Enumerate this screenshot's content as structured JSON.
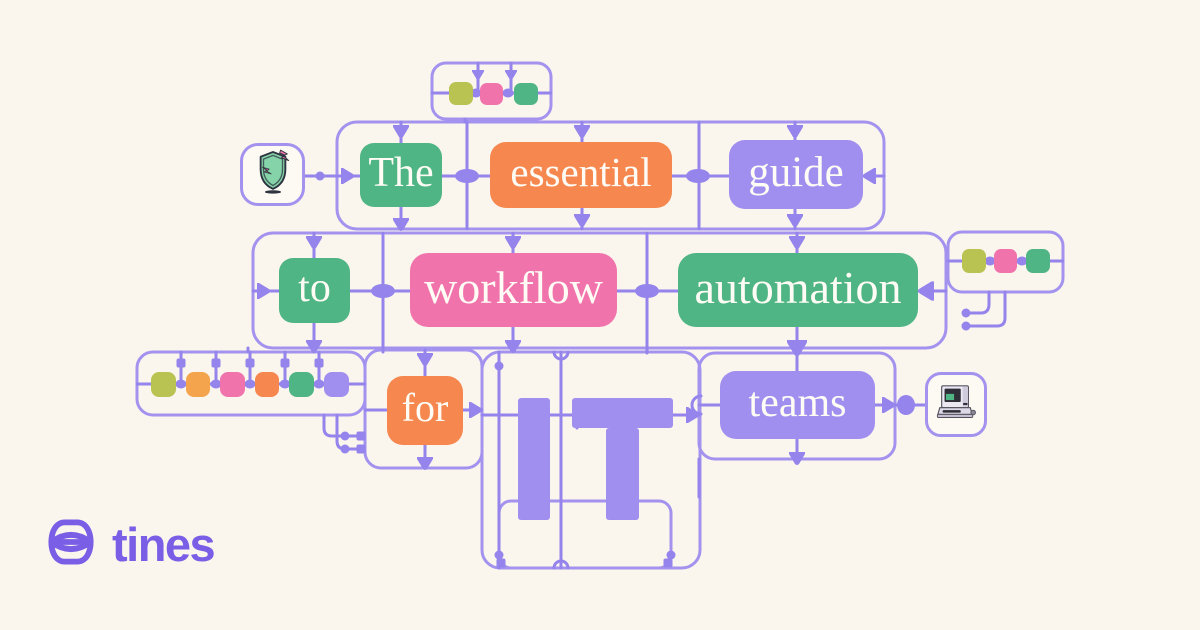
{
  "page": {
    "title": "The essential guide to workflow automation for IT teams"
  },
  "headline": {
    "the": "The",
    "essential": "essential",
    "guide": "guide",
    "to": "to",
    "workflow": "workflow",
    "automation": "automation",
    "for": "for",
    "it": "IT",
    "teams": "teams"
  },
  "brand": {
    "wordmark": "tines"
  },
  "icons": {
    "shield": "cracked-shield-badge",
    "computer": "retro-terminal-computer",
    "logo": "tines-orb-logo"
  },
  "colors": {
    "background": "#FAF5ED",
    "node_text": "#FFFCF5",
    "green": "#4FB584",
    "orange": "#F5874F",
    "pink": "#F173AC",
    "purple": "#A18FF0",
    "olive": "#B9C351",
    "amber": "#F3A44C",
    "wire": "#9484EC",
    "outline": "#A393EF",
    "brand_purple": "#7A5FE6"
  },
  "mini_squares": {
    "top": [
      "olive",
      "pink",
      "green"
    ],
    "right": [
      "olive",
      "pink",
      "green"
    ],
    "left": [
      "olive",
      "amber",
      "pink",
      "orange",
      "green",
      "purple"
    ]
  }
}
